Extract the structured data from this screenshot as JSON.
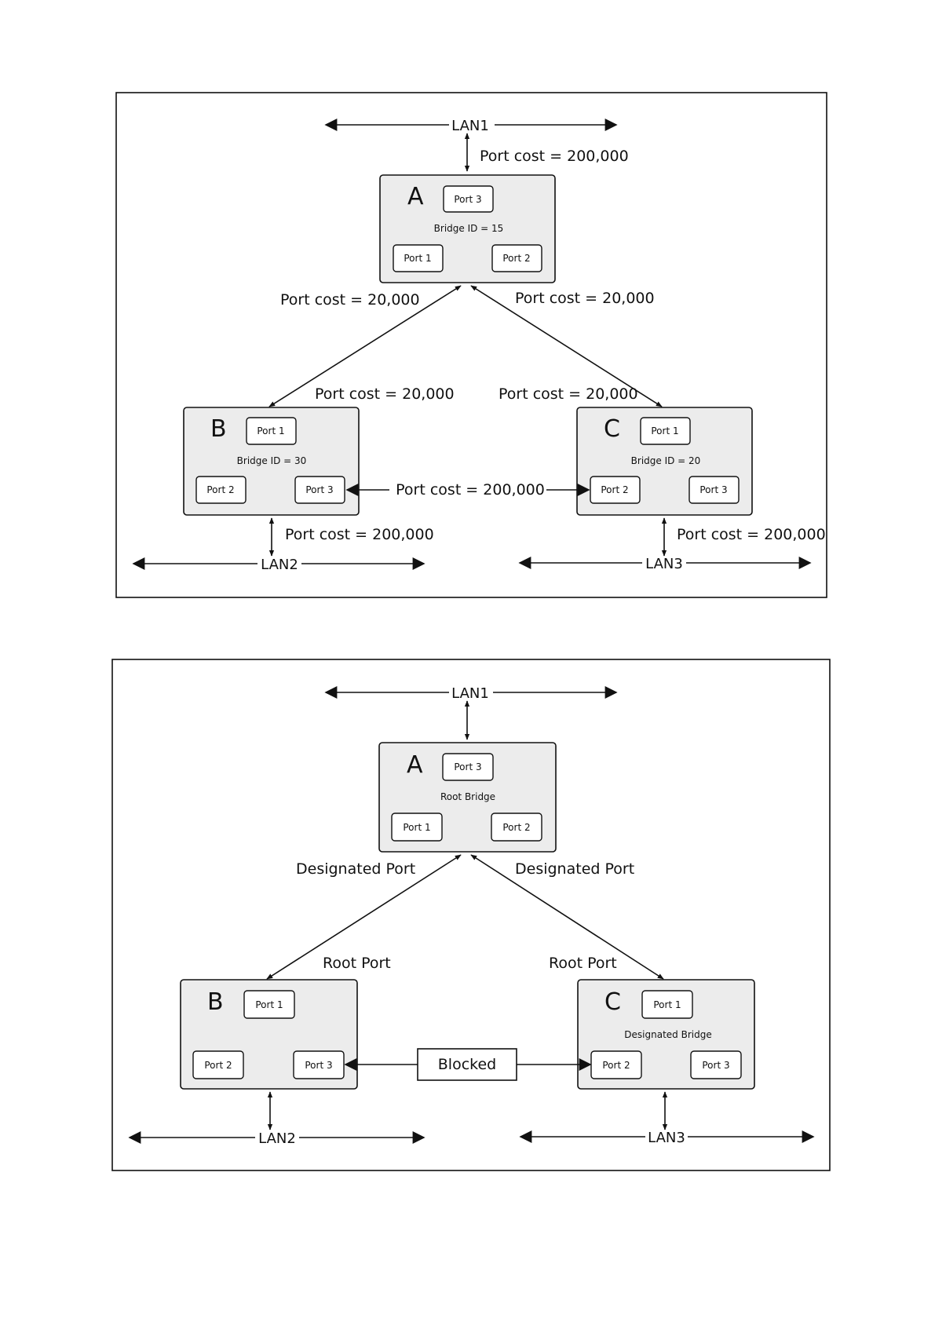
{
  "diagram1": {
    "lan1": "LAN1",
    "lan2": "LAN2",
    "lan3": "LAN3",
    "cost_a_lan1": "Port cost = 200,000",
    "cost_a_left": "Port cost = 20,000",
    "cost_a_right": "Port cost = 20,000",
    "cost_b_up": "Port cost = 20,000",
    "cost_c_up": "Port cost = 20,000",
    "cost_bc": "Port cost = 200,000",
    "cost_b_lan2": "Port cost = 200,000",
    "cost_c_lan3": "Port cost = 200,000",
    "bridge_a": {
      "letter": "A",
      "label": "Bridge ID = 15",
      "port_top": "Port 3",
      "port_left": "Port 1",
      "port_right": "Port 2"
    },
    "bridge_b": {
      "letter": "B",
      "label": "Bridge ID = 30",
      "port_top": "Port 1",
      "port_left": "Port 2",
      "port_right": "Port 3"
    },
    "bridge_c": {
      "letter": "C",
      "label": "Bridge ID = 20",
      "port_top": "Port 1",
      "port_left": "Port 2",
      "port_right": "Port 3"
    }
  },
  "diagram2": {
    "lan1": "LAN1",
    "lan2": "LAN2",
    "lan3": "LAN3",
    "designated_left": "Designated Port",
    "designated_right": "Designated Port",
    "root_port_b": "Root Port",
    "root_port_c": "Root Port",
    "blocked": "Blocked",
    "bridge_a": {
      "letter": "A",
      "label": "Root Bridge",
      "port_top": "Port 3",
      "port_left": "Port 1",
      "port_right": "Port 2"
    },
    "bridge_b": {
      "letter": "B",
      "label": "",
      "port_top": "Port 1",
      "port_left": "Port 2",
      "port_right": "Port 3"
    },
    "bridge_c": {
      "letter": "C",
      "label": "Designated Bridge",
      "port_top": "Port 1",
      "port_left": "Port 2",
      "port_right": "Port 3"
    }
  }
}
